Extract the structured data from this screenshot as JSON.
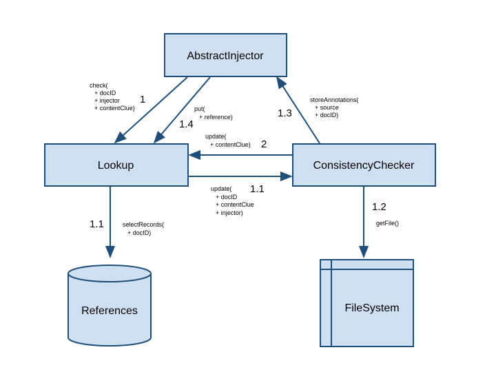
{
  "nodes": {
    "abstract_injector": "AbstractInjector",
    "lookup": "Lookup",
    "consistency_checker": "ConsistencyChecker",
    "references": "References",
    "file_system": "FileSystem"
  },
  "edges": {
    "check": {
      "number": "1",
      "call": "check(",
      "params": [
        "+ docID",
        "+ injector",
        "+ contentClue)"
      ]
    },
    "put": {
      "number": "1.4",
      "call": "put(",
      "params": [
        "+ reference)"
      ]
    },
    "store_annotations": {
      "number": "1.3",
      "call": "storeAnnotations(",
      "params": [
        "+ source",
        "+ docID)"
      ]
    },
    "update_back": {
      "number": "2",
      "call": "update(",
      "params": [
        "+ contentClue)"
      ]
    },
    "update_forward": {
      "number": "1.1",
      "call": "update(",
      "params": [
        "+ docID",
        "+ contentClue",
        "+ injector)"
      ]
    },
    "select_records": {
      "number": "1.1",
      "call": "selectRecords(",
      "params": [
        "+ docID)"
      ]
    },
    "get_file": {
      "number": "1.2",
      "call": "getFile()"
    }
  },
  "colors": {
    "fill": "#cfe0f3",
    "stroke": "#1f4e79"
  }
}
